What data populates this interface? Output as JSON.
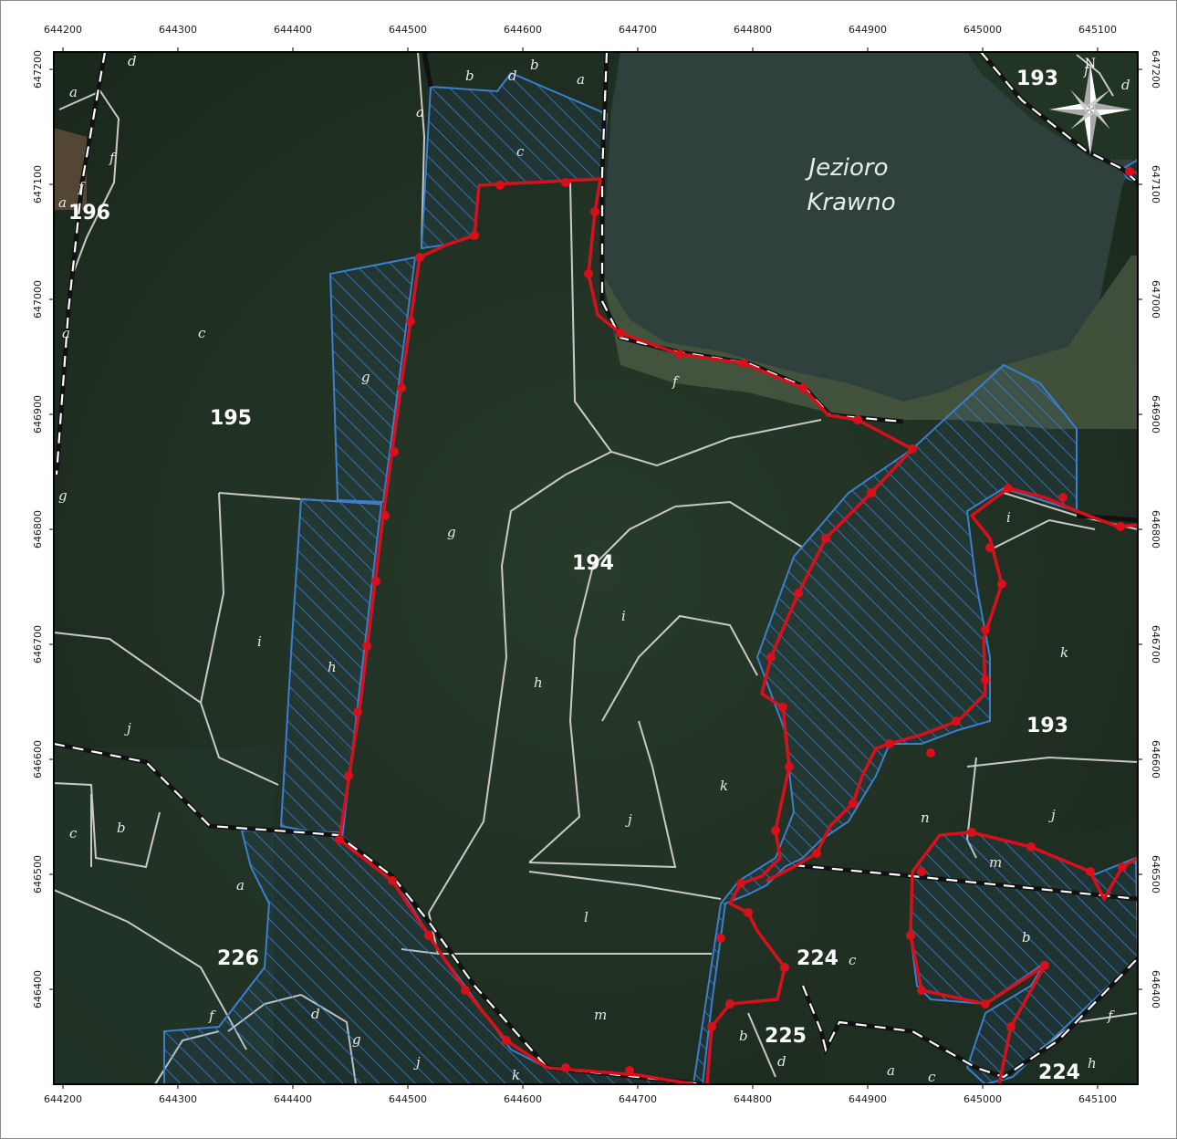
{
  "map": {
    "lake_label": [
      "Jezioro",
      "Krawno"
    ],
    "north_label": "N",
    "x_ticks": [
      "644200",
      "644300",
      "644400",
      "644500",
      "644600",
      "644700",
      "644800",
      "644900",
      "645000",
      "645100"
    ],
    "y_ticks": [
      "647200",
      "647100",
      "647000",
      "646900",
      "646800",
      "646700",
      "646600",
      "646500",
      "646400"
    ],
    "compartments": [
      "196",
      "195",
      "194",
      "193",
      "193",
      "226",
      "224",
      "225",
      "224"
    ],
    "subdivisions": [
      "d",
      "a",
      "f",
      "f",
      "a",
      "a",
      "c",
      "g",
      "g",
      "g",
      "i",
      "h",
      "j",
      "c",
      "b",
      "a",
      "f",
      "d",
      "g",
      "j",
      "k",
      "b",
      "b",
      "d",
      "a",
      "a",
      "c",
      "f",
      "i",
      "h",
      "j",
      "k",
      "l",
      "m",
      "i",
      "k",
      "n",
      "j",
      "m",
      "b",
      "c",
      "b",
      "d",
      "a",
      "c",
      "h",
      "f",
      "f",
      "d"
    ],
    "colors": {
      "red_boundary": "#d8101c",
      "blue_hatch": "#3a7fd0",
      "compartment_line": "#111111",
      "sub_line": "#c9c9c9",
      "forest": "#1f2f21",
      "lake": "#2f403d"
    },
    "icons": [
      "north-arrow-icon",
      "boundary-marker-icon"
    ]
  }
}
